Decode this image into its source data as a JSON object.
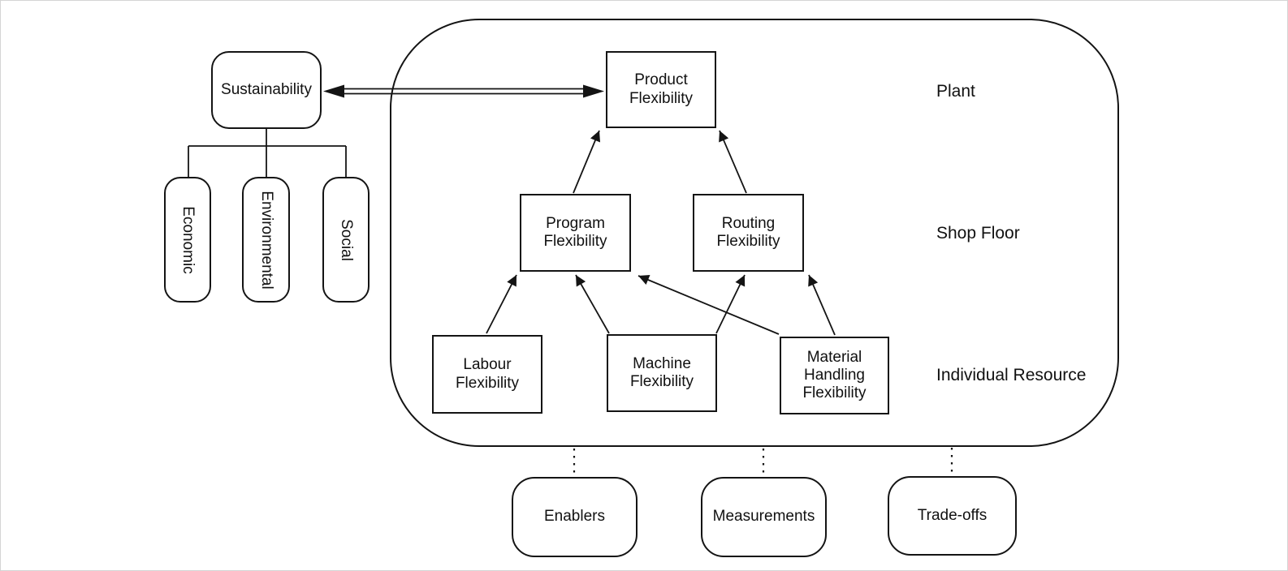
{
  "nodes": {
    "sustainability": "Sustainability",
    "economic": "Economic",
    "environmental": "Environmental",
    "social": "Social",
    "product_flexibility": "Product Flexibility",
    "program_flexibility": "Program Flexibility",
    "routing_flexibility": "Routing Flexibility",
    "labour_flexibility": "Labour Flexibility",
    "machine_flexibility": "Machine Flexibility",
    "material_handling_flexibility": "Material Handling Flexibility",
    "enablers": "Enablers",
    "measurements": "Measurements",
    "tradeoffs": "Trade-offs"
  },
  "level_labels": {
    "plant": "Plant",
    "shop_floor": "Shop Floor",
    "individual_resource": "Individual Resource"
  },
  "structure": {
    "sustainability_pillars": [
      "Economic",
      "Environmental",
      "Social"
    ],
    "levels": [
      {
        "label": "Plant",
        "boxes": [
          "Product Flexibility"
        ]
      },
      {
        "label": "Shop Floor",
        "boxes": [
          "Program Flexibility",
          "Routing Flexibility"
        ]
      },
      {
        "label": "Individual Resource",
        "boxes": [
          "Labour Flexibility",
          "Machine Flexibility",
          "Material Handling Flexibility"
        ]
      }
    ],
    "external_aspects": [
      "Enablers",
      "Measurements",
      "Trade-offs"
    ]
  },
  "edges": [
    {
      "from": "sustainability",
      "to": "product_flexibility",
      "style": "double-line",
      "direction": "both"
    },
    {
      "from": "sustainability",
      "to": "economic",
      "style": "tree"
    },
    {
      "from": "sustainability",
      "to": "environmental",
      "style": "tree"
    },
    {
      "from": "sustainability",
      "to": "social",
      "style": "tree"
    },
    {
      "from": "program_flexibility",
      "to": "product_flexibility",
      "style": "arrow"
    },
    {
      "from": "routing_flexibility",
      "to": "product_flexibility",
      "style": "arrow"
    },
    {
      "from": "labour_flexibility",
      "to": "program_flexibility",
      "style": "arrow"
    },
    {
      "from": "machine_flexibility",
      "to": "program_flexibility",
      "style": "arrow"
    },
    {
      "from": "material_handling_flexibility",
      "to": "program_flexibility",
      "style": "arrow"
    },
    {
      "from": "machine_flexibility",
      "to": "routing_flexibility",
      "style": "arrow"
    },
    {
      "from": "material_handling_flexibility",
      "to": "routing_flexibility",
      "style": "arrow"
    },
    {
      "from": "flexibility_container",
      "to": "enablers",
      "style": "dotted"
    },
    {
      "from": "flexibility_container",
      "to": "measurements",
      "style": "dotted"
    },
    {
      "from": "flexibility_container",
      "to": "tradeoffs",
      "style": "dotted"
    }
  ],
  "colors": {
    "stroke": "#141414",
    "background": "#ffffff",
    "page_border": "#d4d4d4"
  }
}
